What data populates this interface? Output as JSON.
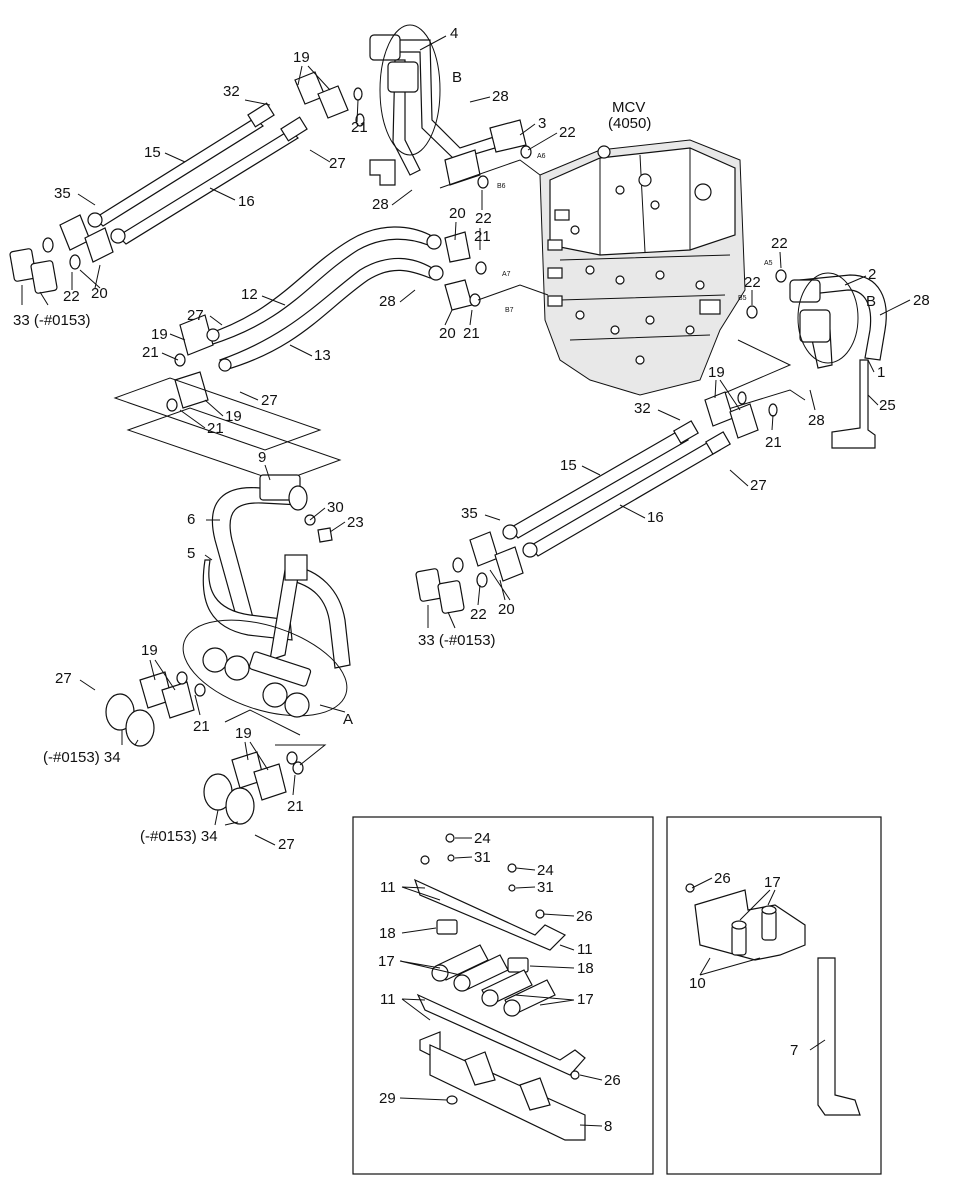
{
  "valve_label": {
    "name": "MCV",
    "code": "(4050)"
  },
  "port_labels": [
    "A6",
    "B6",
    "A7",
    "B7",
    "A5",
    "B5"
  ],
  "detail_letters": [
    "A",
    "B",
    "B"
  ],
  "callouts": [
    "4",
    "19",
    "32",
    "21",
    "28",
    "3",
    "22",
    "15",
    "27",
    "16",
    "35",
    "28",
    "22",
    "20",
    "21",
    "20",
    "22",
    "33 (-#0153)",
    "12",
    "28",
    "21",
    "20",
    "27",
    "19",
    "13",
    "21",
    "27",
    "21",
    "19",
    "22",
    "2",
    "28",
    "22",
    "B",
    "1",
    "19",
    "32",
    "21",
    "25",
    "28",
    "15",
    "27",
    "16",
    "35",
    "20",
    "22",
    "33 (-#0153)",
    "9",
    "30",
    "23",
    "6",
    "5",
    "19",
    "27",
    "21",
    "(-#0153) 34",
    "A",
    "19",
    "21",
    "(-#0153) 34",
    "27",
    "24",
    "31",
    "24",
    "11",
    "31",
    "26",
    "18",
    "11",
    "17",
    "18",
    "11",
    "17",
    "26",
    "29",
    "8",
    "26",
    "17",
    "10",
    "7"
  ]
}
